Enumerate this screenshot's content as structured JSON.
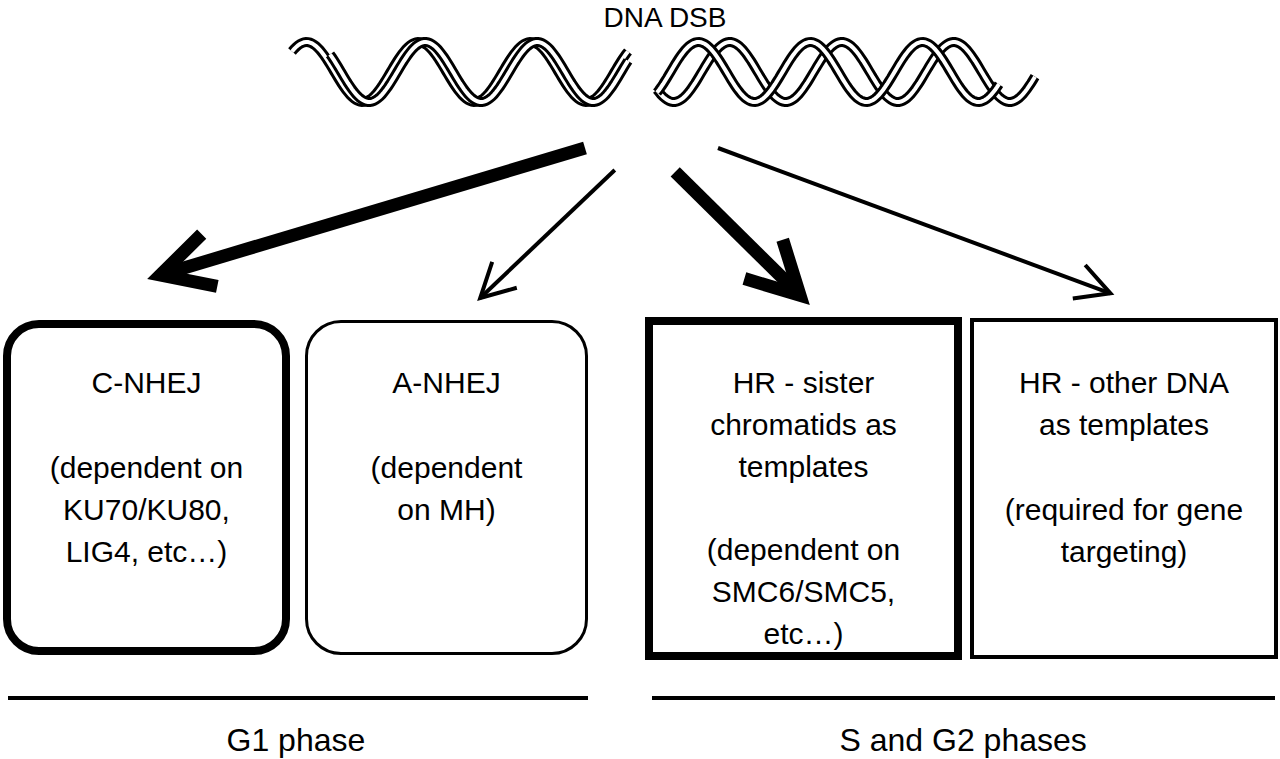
{
  "diagram": {
    "nodes": [
      {
        "text": [
          "DNA DSB"
        ]
      },
      {
        "text": [
          "C-NHEJ",
          "(dependent on KU70/KU80, LIG4, etc…)"
        ]
      },
      {
        "text": [
          "A-NHEJ",
          "(dependent on MH)"
        ]
      },
      {
        "text": [
          "HR - sister chromatids as templates",
          "(dependent on SMC6/SMC5, etc…)"
        ]
      },
      {
        "text": [
          "HR - other DNA as templates",
          "(required for gene targeting)"
        ]
      }
    ],
    "edges": [
      {
        "from": 0,
        "to": 1,
        "arrow": "to"
      },
      {
        "from": 0,
        "to": 2,
        "arrow": "to"
      },
      {
        "from": 0,
        "to": 3,
        "arrow": "to"
      },
      {
        "from": 0,
        "to": 4,
        "arrow": "to"
      }
    ],
    "labels": [
      "G1 phase",
      "S and G2 phases"
    ]
  }
}
